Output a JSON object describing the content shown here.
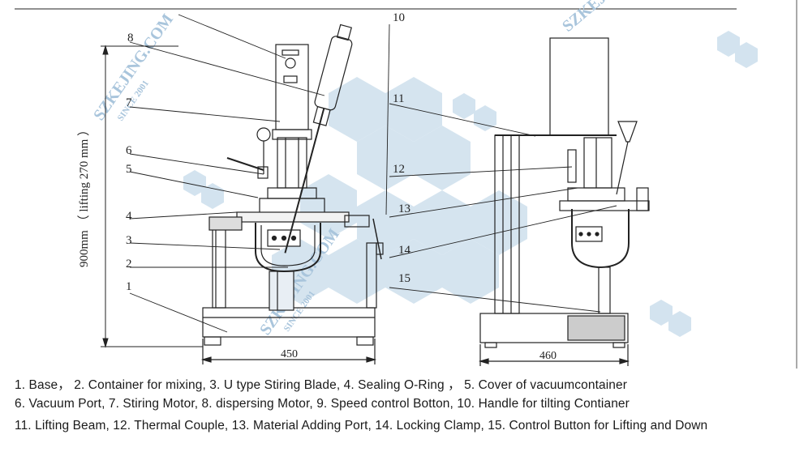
{
  "callouts": {
    "c1": "1",
    "c2": "2",
    "c3": "3",
    "c4": "4",
    "c5": "5",
    "c6": "6",
    "c7": "7",
    "c8": "8",
    "c10": "10",
    "c11": "11",
    "c12": "12",
    "c13": "13",
    "c14": "14",
    "c15": "15"
  },
  "dimensions": {
    "height": "900mm （ lifting 270 mm ）",
    "base_width_front": "450",
    "base_width_side": "460"
  },
  "watermark": {
    "domain_text": "SZKEJING.COM",
    "since_text": "SINCE 2001",
    "colors": {
      "hex": "#c5d9ea",
      "text": "#9dbcd6"
    }
  },
  "legend": {
    "row1": "1. Base，  2.  Container for mixing,  3. U type Stiring Blade,  4. Sealing O-Ring  ，  5. Cover of vacuumcontainer",
    "row2": "6. Vacuum Port,  7. Stiring Motor, 8. dispersing Motor, 9. Speed control Botton, 10.  Handle for tilting Contianer",
    "row3": "11.  Lifting Beam,  12. Thermal Couple,  13.  Material Adding Port, 14. Locking Clamp, 15.  Control Button for Lifting and Down"
  }
}
